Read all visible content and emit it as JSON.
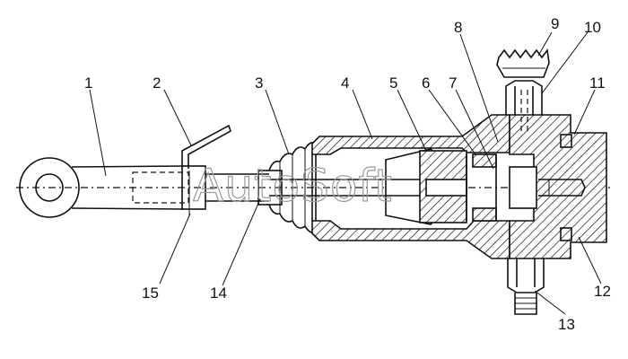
{
  "diagram": {
    "callouts": [
      "1",
      "2",
      "3",
      "4",
      "5",
      "6",
      "7",
      "8",
      "9",
      "10",
      "11",
      "12",
      "13",
      "14",
      "15"
    ],
    "watermark": "AutoSoft"
  }
}
